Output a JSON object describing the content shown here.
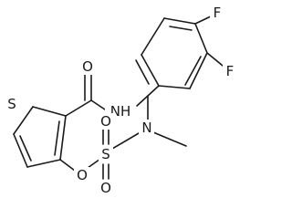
{
  "molecule": {
    "atoms": {
      "f_top": "F",
      "f_right": "F",
      "o_carbonyl": "O",
      "nh": "NH",
      "s_ring": "S",
      "o_ether": "O",
      "s_sulfonyl": "S",
      "o_sulfonyl_top": "O",
      "o_sulfonyl_bottom": "O",
      "n_dimethyl": "N"
    },
    "colors": {
      "bond": "#1a1a1a",
      "label": "#1a1a1a",
      "background": "#ffffff"
    }
  }
}
